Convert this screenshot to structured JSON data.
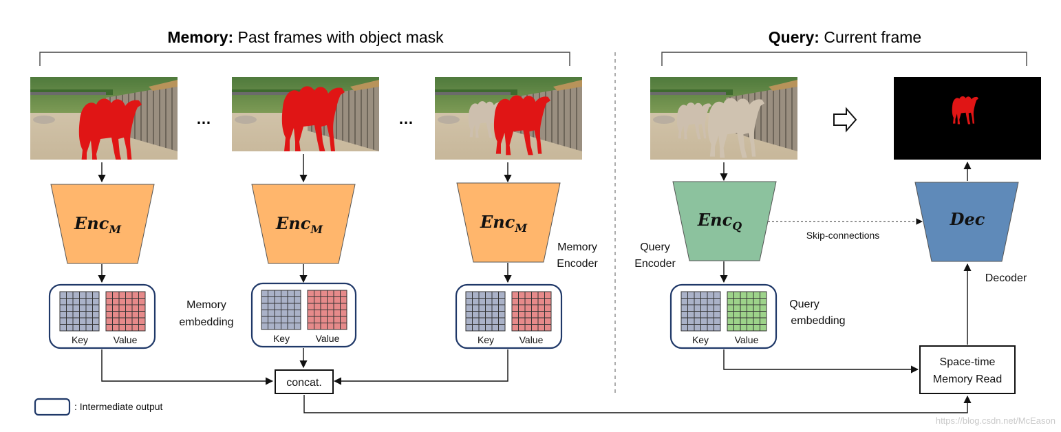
{
  "memory": {
    "title_bold": "Memory:",
    "title_rest": " Past frames with object mask",
    "ellipsis": "…",
    "encoder_name": "Enc",
    "encoder_sub": "M",
    "encoder_label_1": "Memory",
    "encoder_label_2": "Encoder",
    "embedding_label_1": "Memory",
    "embedding_label_2": "embedding",
    "key_label": "Key",
    "value_label": "Value",
    "concat_label": "concat."
  },
  "query": {
    "title_bold": "Query:",
    "title_rest": " Current frame",
    "encoder_name": "Enc",
    "encoder_sub": "Q",
    "encoder_label_1": "Query",
    "encoder_label_2": "Encoder",
    "embedding_label_1": "Query",
    "embedding_label_2": "embedding",
    "key_label": "Key",
    "value_label": "Value",
    "skip_label": "Skip-connections",
    "decoder_name": "Dec",
    "decoder_label": "Decoder",
    "read_label_1": "Space-time",
    "read_label_2": "Memory Read"
  },
  "legend": {
    "label": ": Intermediate output"
  },
  "watermark": "https://blog.csdn.net/McEason",
  "colors": {
    "memory_encoder": "#ffb66c",
    "query_encoder": "#8cc29e",
    "decoder": "#5f8ab9",
    "key_cell": "#aab2c8",
    "memory_value_cell": "#e68a8a",
    "query_value_cell": "#9dd38a",
    "box_border": "#1f3868",
    "mask_red": "#e01515"
  }
}
